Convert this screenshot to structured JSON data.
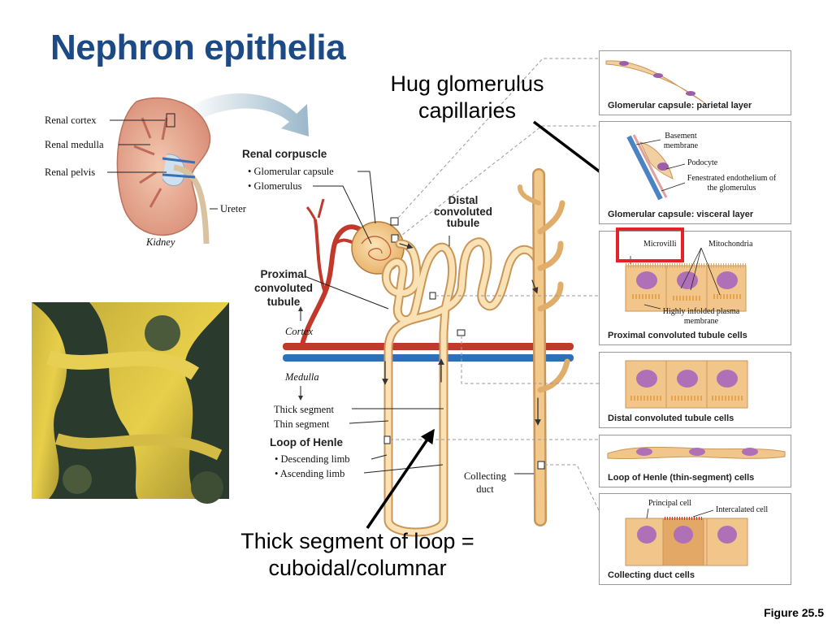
{
  "title": "Nephron epithelia",
  "kidney": {
    "labels": [
      "Renal cortex",
      "Renal medulla",
      "Renal pelvis",
      "Ureter"
    ],
    "caption": "Kidney"
  },
  "renal_corpuscle": {
    "heading": "Renal corpuscle",
    "items": [
      "• Glomerular capsule",
      "• Glomerulus"
    ]
  },
  "nephron": {
    "distal": "Distal convoluted tubule",
    "proximal": "Proximal convoluted tubule",
    "cortex": "Cortex",
    "medulla": "Medulla",
    "thick_segment": "Thick segment",
    "thin_segment": "Thin segment",
    "loop_heading": "Loop of Henle",
    "loop_items": [
      "• Descending limb",
      "• Ascending limb"
    ],
    "collecting_duct": "Collecting duct"
  },
  "callouts": {
    "top": "Hug glomerulus capillaries",
    "bottom": "Thick segment of loop = cuboidal/columnar"
  },
  "panels": [
    {
      "title": "Glomerular capsule: parietal layer",
      "labels": []
    },
    {
      "title": "Glomerular capsule: visceral layer",
      "labels": [
        "Basement membrane",
        "Podocyte",
        "Fenestrated endothelium of the glomerulus"
      ]
    },
    {
      "title": "Proximal convoluted tubule cells",
      "labels": [
        "Microvilli",
        "Mitochondria",
        "Highly infolded plasma membrane"
      ]
    },
    {
      "title": "Distal convoluted tubule cells",
      "labels": []
    },
    {
      "title": "Loop of Henle (thin-segment) cells",
      "labels": []
    },
    {
      "title": "Collecting duct cells",
      "labels": [
        "Principal cell",
        "Intercalated cell"
      ]
    }
  ],
  "figure_label": "Figure 25.5"
}
